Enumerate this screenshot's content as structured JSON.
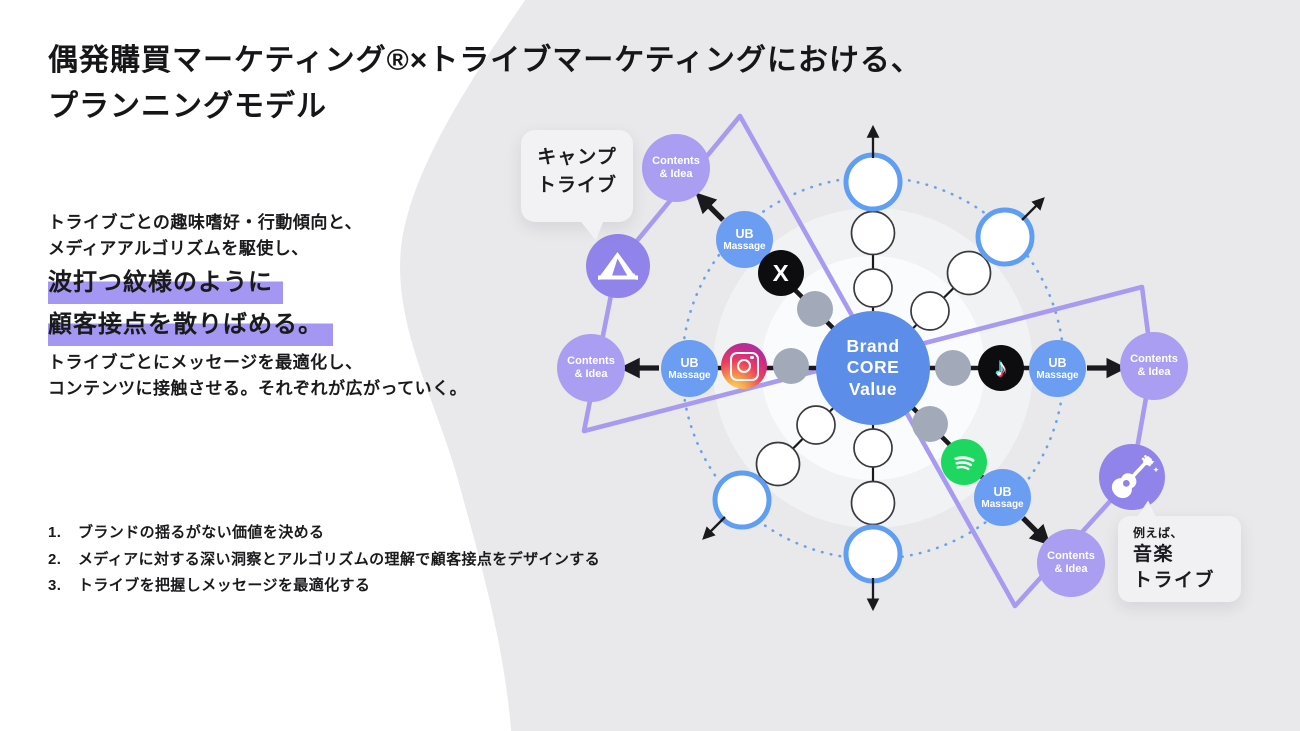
{
  "title": {
    "line1": "偶発購買マーケティング®×トライブマーケティングにおける、",
    "line2": "プランニングモデル"
  },
  "intro": {
    "line1": "トライブごとの趣味嗜好・行動傾向と、",
    "line2": "メディアアルゴリズムを駆使し、"
  },
  "highlight": {
    "line1": "波打つ紋様のように",
    "line2": "顧客接点を散りばめる。"
  },
  "body": {
    "line1": "トライブごとにメッセージを最適化し、",
    "line2": "コンテンツに接触させる。それぞれが広がっていく。"
  },
  "steps": [
    {
      "num": "1.",
      "text": "ブランドの揺るがない価値を決める"
    },
    {
      "num": "2.",
      "text": "メディアに対する深い洞察とアルゴリズムの理解で顧客接点をデザインする"
    },
    {
      "num": "3.",
      "text": "トライブを把握しメッセージを最適化する"
    }
  ],
  "diagram": {
    "center": {
      "line1": "Brand",
      "line2": "CORE",
      "line3": "Value"
    },
    "ub": {
      "line1": "UB",
      "line2": "Massage"
    },
    "contents": {
      "line1": "Contents",
      "line2": "& Idea"
    },
    "camp_bubble": {
      "line1": "キャンプ",
      "line2": "トライブ"
    },
    "music_bubble": {
      "prefix": "例えば、",
      "line1": "音楽",
      "line2": "トライブ"
    },
    "icons": {
      "x_glyph": "X",
      "tiktok_glyph": "♪",
      "instagram": "instagram-camera",
      "spotify": "spotify-waves",
      "camp": "tent",
      "music": "acoustic-guitar"
    },
    "colors": {
      "background_blob": "#e9e9ec",
      "inner_disc": "#f1f2f4",
      "core_disc": "#fafbfd",
      "brand_blue": "#5c8ee9",
      "ub_blue": "#6b9df3",
      "contents_purple": "#a99ef1",
      "tribe_purple": "#9084ea",
      "wave_polygon_purple": "#a79af0",
      "highlight_purple": "#8a7af0",
      "dotted_ring_blue": "#6aa2e6",
      "reach_ring_blue": "#5f9ef2",
      "gray_node": "#a2aab9",
      "spotify_green": "#1ed760",
      "tiktok_cyan": "#25f4ee",
      "tiktok_pink": "#fe2c55",
      "connector_black": "#1a1a1e"
    }
  }
}
